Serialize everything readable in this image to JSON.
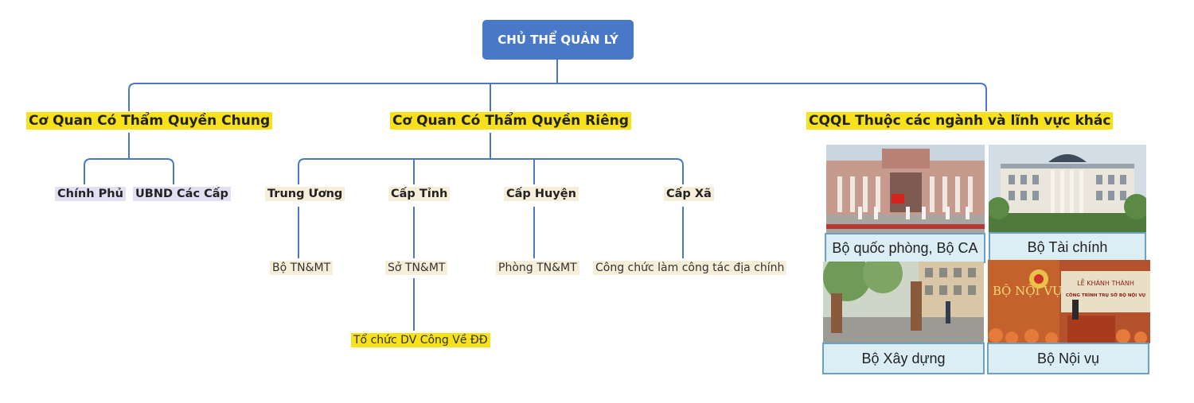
{
  "root": {
    "label": "CHỦ THỂ QUẢN LÝ"
  },
  "branches": {
    "general": {
      "label": "Cơ Quan Có Thẩm Quyền Chung",
      "children": [
        "Chính Phủ",
        "UBND Các Cấp"
      ]
    },
    "specific": {
      "label": "Cơ Quan Có Thẩm Quyền Riêng",
      "levels": [
        {
          "label": "Trung Ương",
          "leaf": "Bộ TN&MT"
        },
        {
          "label": "Cấp Tỉnh",
          "leaf": "Sở TN&MT",
          "sub_leaf": "Tổ chức DV Công Về ĐĐ"
        },
        {
          "label": "Cấp Huyện",
          "leaf": "Phòng TN&MT"
        },
        {
          "label": "Cấp Xã",
          "leaf": "Công chức làm công tác địa chính"
        }
      ]
    },
    "other": {
      "label": "CQQL Thuộc các ngành và lĩnh vực khác",
      "ministries": [
        "Bộ quốc phòng, Bộ CA",
        "Bộ Tài chính",
        "Bộ Xây dựng",
        "Bộ Nội vụ"
      ]
    }
  },
  "photo_signs": {
    "interior": "BỘ NỘI VỤ",
    "ceremony_line1": "LỄ KHÁNH THÀNH",
    "ceremony_line2": "CÔNG TRÌNH TRỤ SỞ BỘ NỘI VỤ"
  },
  "colors": {
    "root_box": "#4a78c8",
    "connector": "#4a78c8",
    "highlight_yellow": "#f7e11a",
    "highlight_purple": "#e4def3",
    "highlight_cream": "#f6eed9",
    "caption_bg": "#dbeef6",
    "caption_border": "#6aa1c4"
  }
}
